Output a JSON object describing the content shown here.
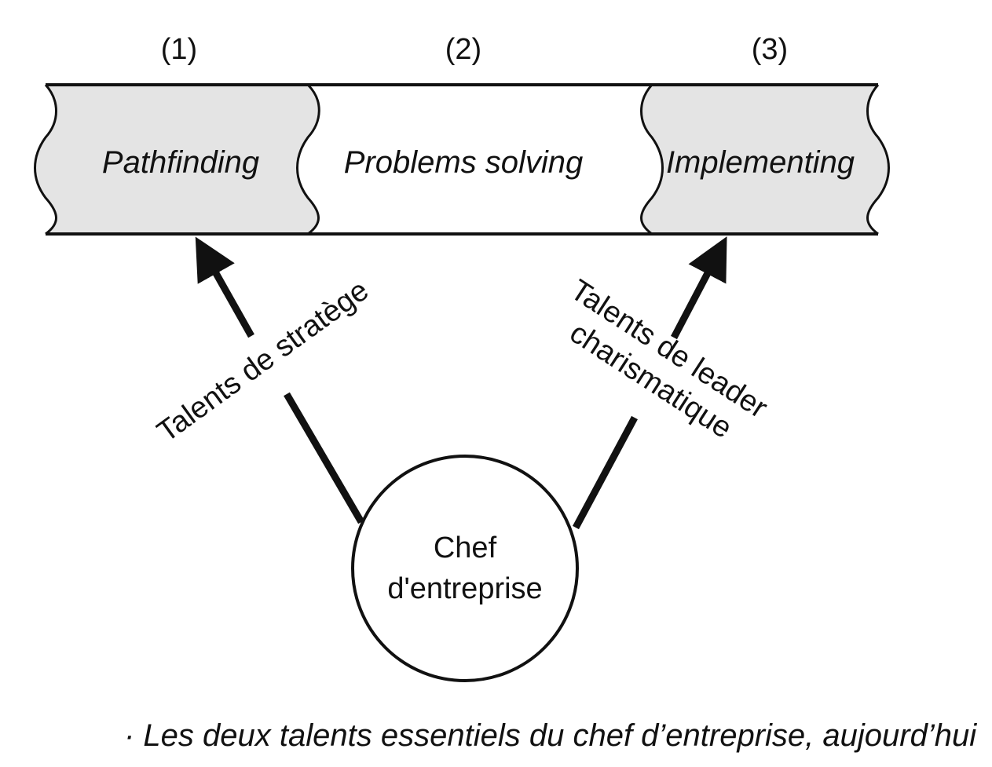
{
  "stages": [
    {
      "number": "(1)",
      "label": "Pathfinding",
      "shaded": true
    },
    {
      "number": "(2)",
      "label": "Problems solving",
      "shaded": false
    },
    {
      "number": "(3)",
      "label": "Implementing",
      "shaded": true
    }
  ],
  "talents": {
    "left": "Talents de stratège",
    "right_line1": "Talents de leader",
    "right_line2": "charismatique"
  },
  "center": {
    "line1": "Chef",
    "line2": "d'entreprise"
  },
  "caption": "· Les deux talents essentiels du chef d’entreprise, aujourd’hui",
  "colors": {
    "shaded": "#e4e4e4",
    "ink": "#111111"
  }
}
